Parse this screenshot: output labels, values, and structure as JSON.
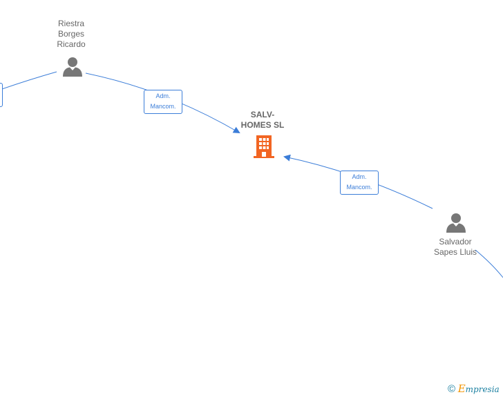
{
  "diagram": {
    "company": {
      "name": "SALV-\nHOMES  SL",
      "icon": "building-icon",
      "color": "#f26522"
    },
    "people": [
      {
        "id": "riestra",
        "name": "Riestra\nBorges\nRicardo",
        "icon": "person-icon"
      },
      {
        "id": "salvador",
        "name": "Salvador\nSapes Lluis",
        "icon": "person-icon"
      }
    ],
    "relations": [
      {
        "from": "riestra",
        "to": "company",
        "label": "Adm.\nMancom."
      },
      {
        "from": "salvador",
        "to": "company",
        "label": "Adm.\nMancom."
      }
    ],
    "edge_color": "#3b7dd8",
    "icon_color": "#777777"
  },
  "footer": {
    "copyright_symbol": "©",
    "brand_first": "E",
    "brand_rest": "mpresia"
  }
}
